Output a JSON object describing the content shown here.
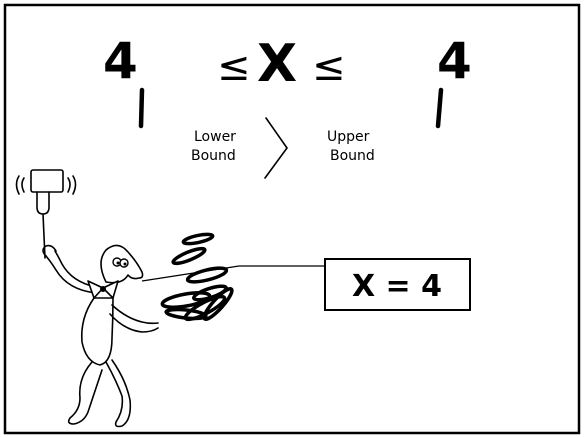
{
  "inequality": {
    "lower_value": "4",
    "upper_value": "4",
    "leq_left": "≤",
    "variable": "X",
    "leq_right": "≤"
  },
  "bounds": {
    "lower": [
      "Lower",
      "Bound"
    ],
    "upper": [
      "Upper",
      "Bound"
    ]
  },
  "result": {
    "text": "X = 4"
  },
  "icons": [
    "juggler-figure",
    "juggling-rings",
    "joystick"
  ]
}
